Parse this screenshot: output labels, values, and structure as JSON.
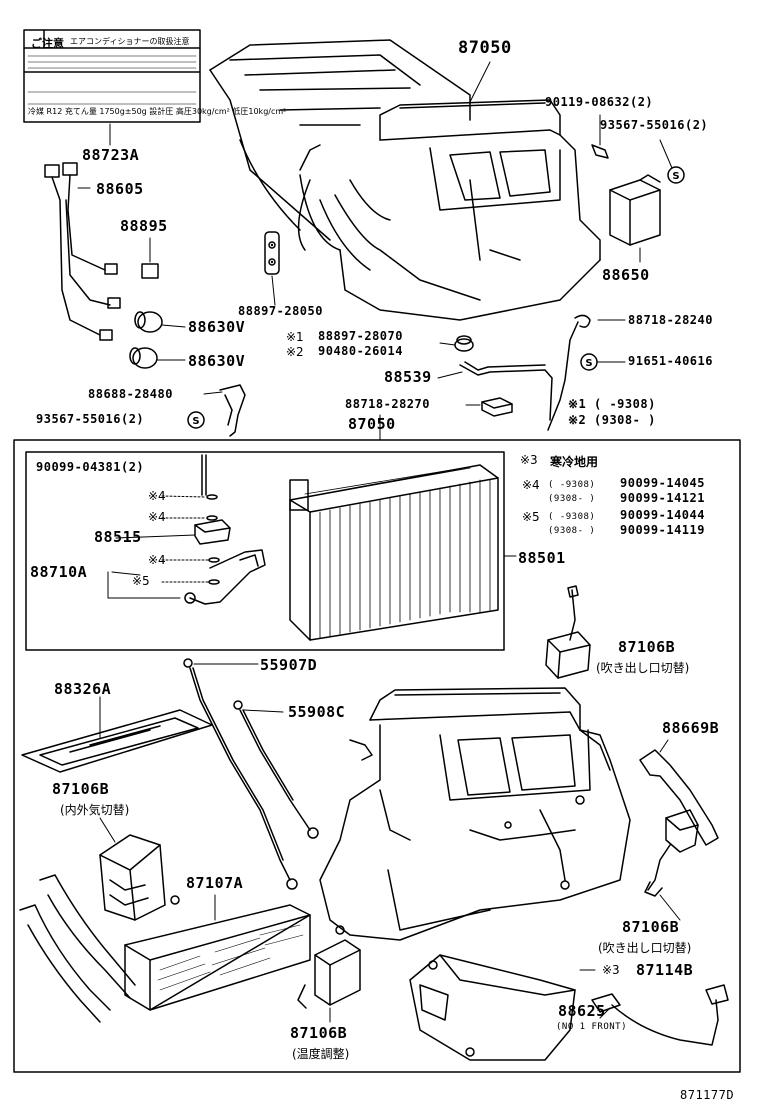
{
  "labels": {
    "p87050_top": "87050",
    "p88723a": "88723A",
    "p88605": "88605",
    "p88895": "88895",
    "p88630v_1": "88630V",
    "p88630v_2": "88630V",
    "p88897_28050": "88897-28050",
    "p90119": "90119-08632(2)",
    "p93567_top": "93567-55016(2)",
    "p88650": "88650",
    "p88897_28070": "88897-28070",
    "p90480": "90480-26014",
    "mark1": "※1",
    "mark2": "※2",
    "p88718_28240": "88718-28240",
    "p91651": "91651-40616",
    "p88539": "88539",
    "p88688": "88688-28480",
    "p93567_mid": "93567-55016(2)",
    "p88718_28270": "88718-28270",
    "p87050_mid": "87050",
    "legend1": "※1  (      -9308)",
    "legend2": "※2  (9308-      )",
    "p90099_04381": "90099-04381(2)",
    "ref4a": "※4",
    "ref4b": "※4",
    "ref4c": "※4",
    "ref5": "※5",
    "p88515": "88515",
    "p88710a": "88710A",
    "p88501": "88501",
    "note3_mark": "※3",
    "note3_text": "寒冷地用",
    "n4_mark": "※4",
    "n4_range1": "(      -9308)",
    "n4_range2": "(9308-      )",
    "n4_pn1": "90099-14045",
    "n4_pn2": "90099-14121",
    "n5_mark": "※5",
    "n5_range1": "(      -9308)",
    "n5_range2": "(9308-      )",
    "n5_pn1": "90099-14044",
    "n5_pn2": "90099-14119",
    "p87106b_1": "87106B",
    "p87106b_1_sub": "(吹き出し口切替)",
    "p55907d": "55907D",
    "p55908c": "55908C",
    "p88326a": "88326A",
    "p88669b": "88669B",
    "p87106b_2": "87106B",
    "p87106b_2_sub": "(内外気切替)",
    "p87107a": "87107A",
    "p87106b_3": "87106B",
    "p87106b_3_sub": "(吹き出し口切替)",
    "p87114b": "87114B",
    "p87114b_mark": "※3",
    "p88625": "88625",
    "p88625_sub": "(NO 1 FRONT)",
    "p87106b_4": "87106B",
    "p87106b_4_sub": "(温度調整)",
    "fig_code": "871177D"
  },
  "warning_label": {
    "title": "ご注意",
    "subtitle": "エアコンディショナーの取扱注意",
    "spec": "冷媒 R12   充てん量 1750g±50g   設計圧 高圧30kg/cm²  低圧10kg/cm²"
  }
}
